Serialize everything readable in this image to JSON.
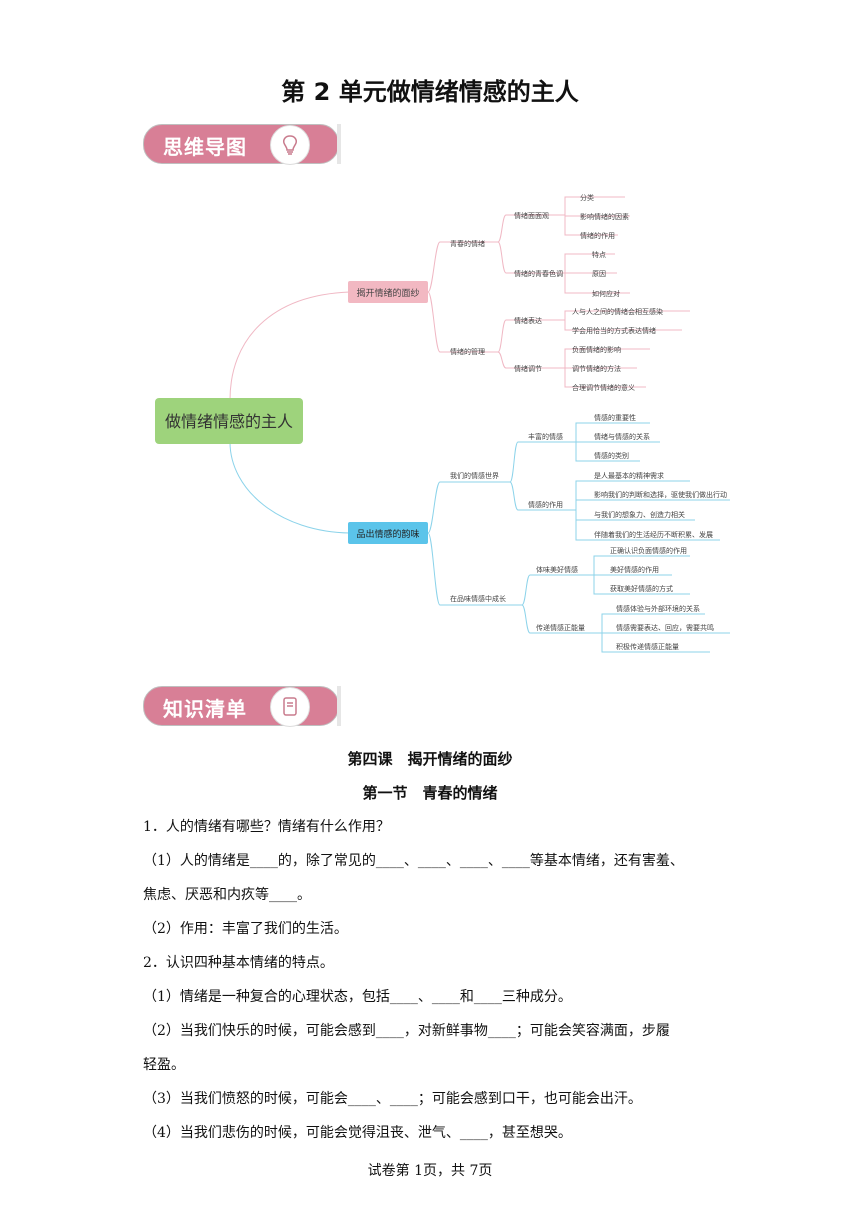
{
  "title": "第 2 单元做情绪情感的主人",
  "banner1": "思维导图",
  "banner2": "知识清单",
  "mindmap": {
    "root": "做情绪情感的主人",
    "branch1": "揭开情绪的面纱",
    "branch2": "品出情感的韵味",
    "b1_sub1": "青春的情绪",
    "b1_sub1_a": "情绪面面观",
    "b1_sub1_a_items": [
      "分类",
      "影响情绪的因素",
      "情绪的作用"
    ],
    "b1_sub1_b": "情绪的青春色调",
    "b1_sub1_b_items": [
      "特点",
      "原因",
      "如何应对"
    ],
    "b1_sub2": "情绪的管理",
    "b1_sub2_a": "情绪表达",
    "b1_sub2_a_items": [
      "人与人之间的情绪会相互感染",
      "学会用恰当的方式表达情绪"
    ],
    "b1_sub2_b": "情绪调节",
    "b1_sub2_b_items": [
      "负面情绪的影响",
      "调节情绪的方法",
      "合理调节情绪的意义"
    ],
    "b2_sub1": "我们的情感世界",
    "b2_sub1_a": "丰富的情感",
    "b2_sub1_a_items": [
      "情感的重要性",
      "情绪与情感的关系",
      "情感的类别"
    ],
    "b2_sub1_b": "情感的作用",
    "b2_sub1_b_items": [
      "是人最基本的精神需求",
      "影响我们的判断和选择，驱使我们做出行动",
      "与我们的想象力、创造力相关",
      "伴随着我们的生活经历不断积累、发展"
    ],
    "b2_sub2": "在品味情感中成长",
    "b2_sub2_a": "体味美好情感",
    "b2_sub2_a_items": [
      "正确认识负面情感的作用",
      "美好情感的作用",
      "获取美好情感的方式"
    ],
    "b2_sub2_b": "传递情感正能量",
    "b2_sub2_b_items": [
      "情感体验与外部环境的关系",
      "情感需要表达、回应，需要共鸣",
      "积极传递情感正能量"
    ]
  },
  "lesson_title": "第四课　揭开情绪的面纱",
  "section_title": "第一节　青春的情绪",
  "paragraphs": [
    "1．人的情绪有哪些？情绪有什么作用？",
    "（1）人的情绪是____的，除了常见的____、____、____、____等基本情绪，还有害羞、",
    "焦虑、厌恶和内疚等____。",
    "（2）作用：丰富了我们的生活。",
    "2．认识四种基本情绪的特点。",
    "（1）情绪是一种复合的心理状态，包括____、____和____三种成分。",
    "（2）当我们快乐的时候，可能会感到____，对新鲜事物____；可能会笑容满面，步履",
    "轻盈。",
    "（3）当我们愤怒的时候，可能会____、____；可能会感到口干，也可能会出汗。",
    "（4）当我们悲伤的时候，可能会觉得沮丧、泄气、____，甚至想哭。"
  ],
  "footer": "试卷第 1页，共 7页",
  "colors": {
    "banner": "#d87f96",
    "root": "#9ed37c",
    "branch1": "#f2b8c2",
    "branch2": "#5bc4ea"
  }
}
